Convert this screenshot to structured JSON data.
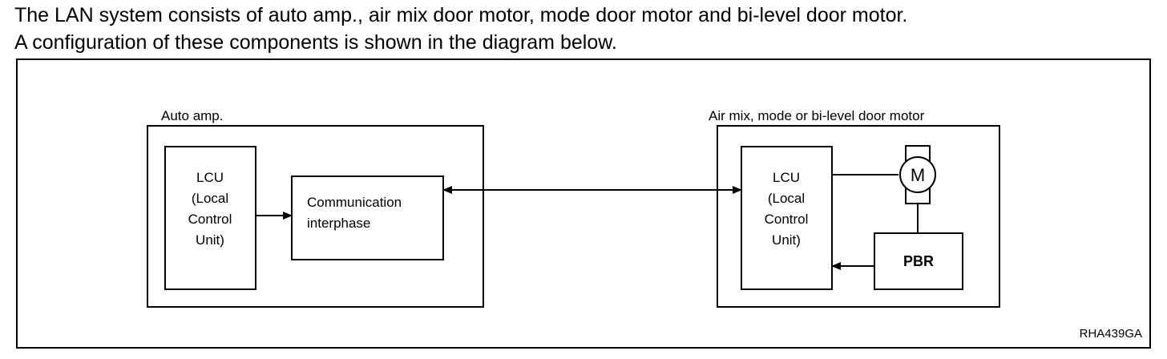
{
  "intro": {
    "line1": "The LAN system consists of auto amp., air mix door motor, mode door motor and bi-level door motor.",
    "line2": "A configuration of these components is shown in the diagram below."
  },
  "diagram": {
    "auto_amp": {
      "label": "Auto amp.",
      "lcu_lines": [
        "LCU",
        "(Local",
        "Control",
        "Unit)"
      ],
      "comm_lines": [
        "Communication",
        "interphase"
      ]
    },
    "door_motor": {
      "label": "Air mix, mode or bi-level door motor",
      "lcu_lines": [
        "LCU",
        "(Local",
        "Control",
        "Unit)"
      ],
      "motor_symbol": "M",
      "pbr_label": "PBR"
    },
    "figure_code": "RHA439GA"
  }
}
